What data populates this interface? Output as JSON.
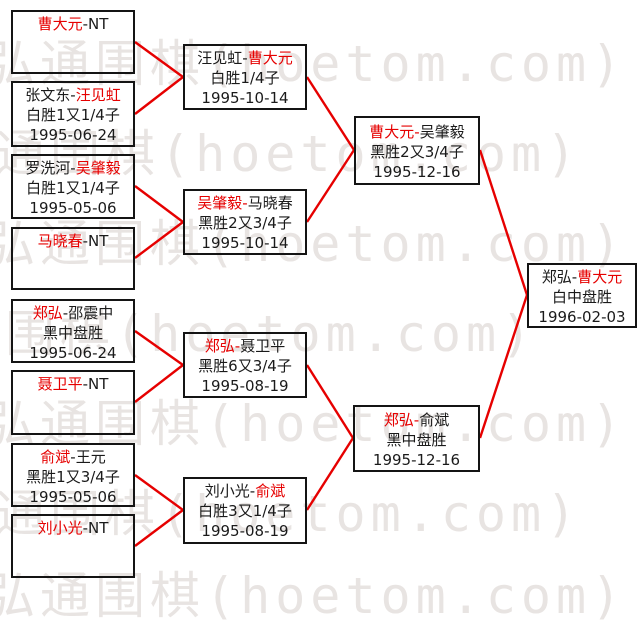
{
  "watermark": {
    "text": "弘通围棋(hoetom.com)"
  },
  "colors": {
    "accent_red": "#e60000",
    "text_black": "#1a1a1a",
    "watermark_gray": "#e8e4e2"
  },
  "matches": {
    "r1b1": {
      "p1": "曹大元",
      "p1_cls": "red",
      "sep": "-",
      "sep_cls": "blk",
      "p2": "NT",
      "p2_cls": "blk",
      "result": "",
      "date": ""
    },
    "r1b2": {
      "p1": "张文东",
      "p1_cls": "blk",
      "sep": "-",
      "sep_cls": "blk",
      "p2": "汪见虹",
      "p2_cls": "red",
      "result": "白胜1又1/4子",
      "date": "1995-06-24"
    },
    "r1b3": {
      "p1": "罗洗河",
      "p1_cls": "blk",
      "sep": "-",
      "sep_cls": "blk",
      "p2": "吴肇毅",
      "p2_cls": "red",
      "result": "白胜1又1/4子",
      "date": "1995-05-06"
    },
    "r1b4": {
      "p1": "马晓春",
      "p1_cls": "red",
      "sep": "-",
      "sep_cls": "blk",
      "p2": "NT",
      "p2_cls": "blk",
      "result": "",
      "date": ""
    },
    "r1b5": {
      "p1": "郑弘",
      "p1_cls": "red",
      "sep": "-",
      "sep_cls": "blk",
      "p2": "邵震中",
      "p2_cls": "blk",
      "result": "黑中盘胜",
      "date": "1995-06-24"
    },
    "r1b6": {
      "p1": "聂卫平",
      "p1_cls": "red",
      "sep": "-",
      "sep_cls": "blk",
      "p2": "NT",
      "p2_cls": "blk",
      "result": "",
      "date": ""
    },
    "r1b7": {
      "p1": "俞斌",
      "p1_cls": "red",
      "sep": "-",
      "sep_cls": "blk",
      "p2": "王元",
      "p2_cls": "blk",
      "result": "黑胜1又3/4子",
      "date": "1995-05-06"
    },
    "r1b8": {
      "p1": "刘小光",
      "p1_cls": "red",
      "sep": "-",
      "sep_cls": "blk",
      "p2": "NT",
      "p2_cls": "blk",
      "result": "",
      "date": ""
    },
    "r2b1": {
      "p1": "汪见虹",
      "p1_cls": "blk",
      "sep": "-",
      "sep_cls": "blk",
      "p2": "曹大元",
      "p2_cls": "red",
      "result": "白胜1/4子",
      "date": "1995-10-14"
    },
    "r2b2": {
      "p1": "吴肇毅",
      "p1_cls": "red",
      "sep": "-",
      "sep_cls": "red",
      "p2": "马晓春",
      "p2_cls": "blk",
      "result": "黑胜2又3/4子",
      "date": "1995-10-14"
    },
    "r2b3": {
      "p1": "郑弘",
      "p1_cls": "red",
      "sep": "-",
      "sep_cls": "red",
      "p2": "聂卫平",
      "p2_cls": "blk",
      "result": "黑胜6又3/4子",
      "date": "1995-08-19"
    },
    "r2b4": {
      "p1": "刘小光",
      "p1_cls": "blk",
      "sep": "-",
      "sep_cls": "blk",
      "p2": "俞斌",
      "p2_cls": "red",
      "result": "白胜3又1/4子",
      "date": "1995-08-19"
    },
    "sf1": {
      "p1": "曹大元",
      "p1_cls": "red",
      "sep": "-",
      "sep_cls": "red",
      "p2": "吴肇毅",
      "p2_cls": "blk",
      "result": "黑胜2又3/4子",
      "date": "1995-12-16"
    },
    "sf2": {
      "p1": "郑弘",
      "p1_cls": "red",
      "sep": "-",
      "sep_cls": "red",
      "p2": "俞斌",
      "p2_cls": "blk",
      "result": "黑中盘胜",
      "date": "1995-12-16"
    },
    "f1": {
      "p1": "郑弘",
      "p1_cls": "blk",
      "sep": "-",
      "sep_cls": "blk",
      "p2": "曹大元",
      "p2_cls": "red",
      "result": "白中盘胜",
      "date": "1996-02-03"
    }
  }
}
